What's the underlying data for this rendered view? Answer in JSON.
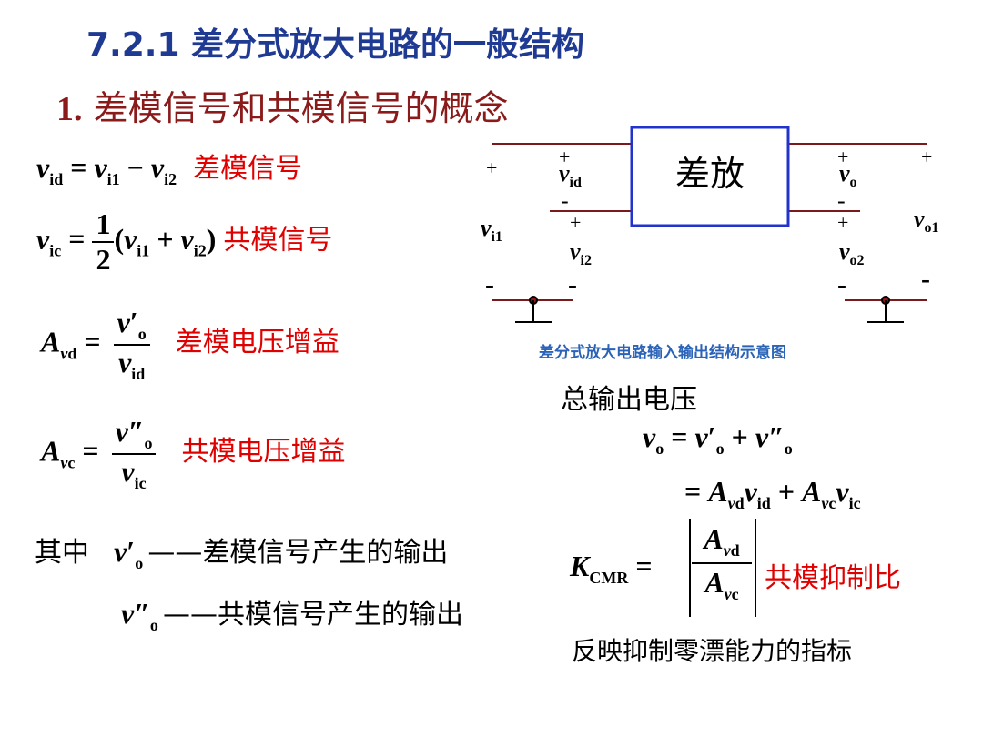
{
  "header": {
    "section_number": "7.2.1",
    "section_title": "差分式放大电路的一般结构",
    "subsection_number": "1.",
    "subsection_title": "差模信号和共模信号的概念"
  },
  "left": {
    "diff_signal_label": "差模信号",
    "common_signal_label": "共模信号",
    "diff_gain_label": "差模电压增益",
    "common_gain_label": "共模电压增益",
    "where_label": "其中",
    "diff_output_desc": "——差模信号产生的输出",
    "common_output_desc": "——共模信号产生的输出",
    "one": "1",
    "two": "2"
  },
  "diagram": {
    "block_label": "差放",
    "caption": "差分式放大电路输入输出结构示意图",
    "plus": "+",
    "minus": "-"
  },
  "right": {
    "total_output_label": "总输出电压",
    "cmrr_label": "共模抑制比",
    "cmrr_desc": "反映抑制零漂能力的指标"
  },
  "colors": {
    "title_blue": "#1f3a93",
    "subtitle_red": "#8b1a1a",
    "emphasis_red": "#e00000",
    "caption_blue": "#2a63b8",
    "block_border": "#2233cc",
    "wire": "#7a1a1a"
  }
}
